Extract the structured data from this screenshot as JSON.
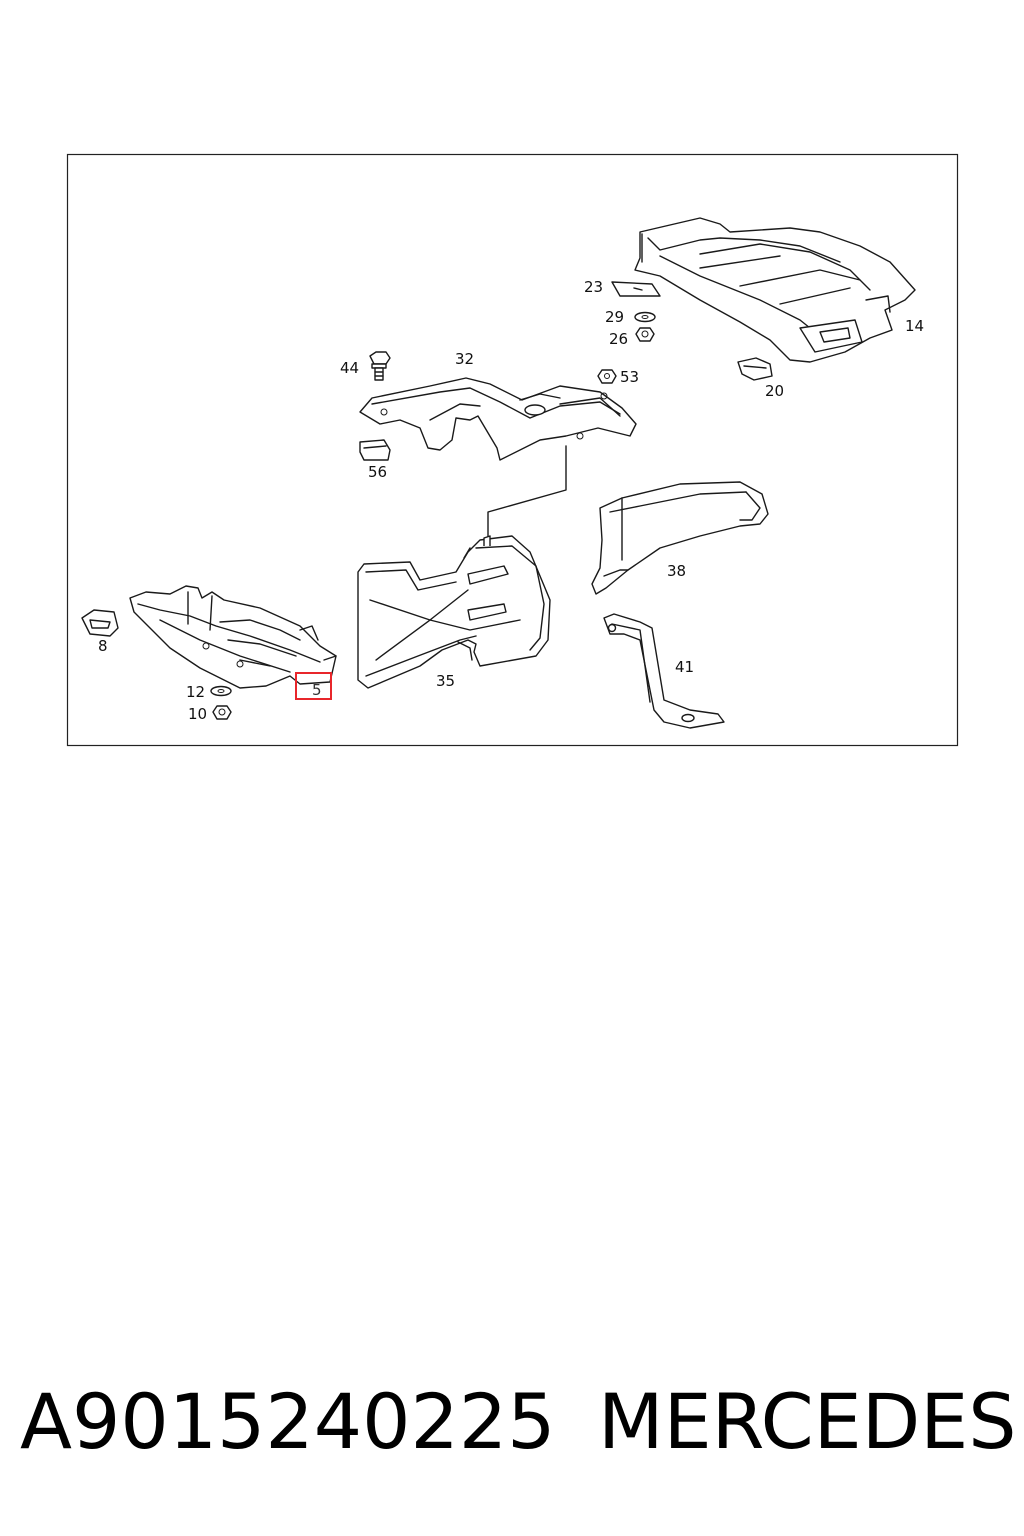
{
  "diagram": {
    "labels": [
      {
        "id": "23",
        "text": "23"
      },
      {
        "id": "29",
        "text": "29"
      },
      {
        "id": "26",
        "text": "26"
      },
      {
        "id": "14",
        "text": "14"
      },
      {
        "id": "20",
        "text": "20"
      },
      {
        "id": "44",
        "text": "44"
      },
      {
        "id": "32",
        "text": "32"
      },
      {
        "id": "53",
        "text": "53"
      },
      {
        "id": "56",
        "text": "56"
      },
      {
        "id": "38",
        "text": "38"
      },
      {
        "id": "8",
        "text": "8"
      },
      {
        "id": "35",
        "text": "35"
      },
      {
        "id": "41",
        "text": "41"
      },
      {
        "id": "12",
        "text": "12"
      },
      {
        "id": "10",
        "text": "10"
      },
      {
        "id": "5",
        "text": "5"
      }
    ],
    "highlighted_part": "5",
    "highlight_color": "#e8262b"
  },
  "footer": {
    "part_number": "A9015240225",
    "brand": "MERCEDES"
  }
}
